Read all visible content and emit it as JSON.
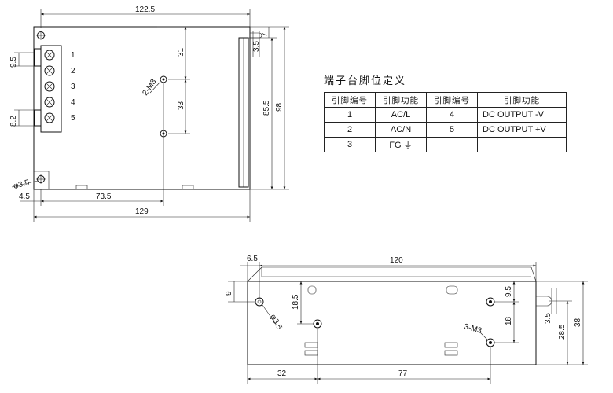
{
  "top_view": {
    "dims": {
      "width_top": "122.5",
      "width_bottom": "129",
      "hole_x": "73.5",
      "left_offset": "4.5",
      "height_right": "98",
      "height_inner": "85.5",
      "top_right": "7",
      "slot": "3.5",
      "hole_top": "31",
      "hole_spacing": "33",
      "term_pitch": "9.5",
      "term_gap": "8.2",
      "mount_hole": "φ3.5",
      "screw": "2-M3"
    },
    "terminal_numbers": [
      "1",
      "2",
      "3",
      "4",
      "5"
    ]
  },
  "side_view": {
    "dims": {
      "left_offset": "6.5",
      "width": "120",
      "hole_top": "9",
      "slot_depth": "18.5",
      "mount_hole": "φ3.5",
      "screw": "3-M3",
      "right_top": "9.5",
      "right_spacing": "18",
      "slot": "3.5",
      "height_inner": "28.5",
      "height": "38",
      "bottom_left": "32",
      "bottom_mid": "77"
    }
  },
  "pin_table": {
    "title": "端子台脚位定义",
    "headers": [
      "引脚编号",
      "引脚功能",
      "引脚编号",
      "引脚功能"
    ],
    "rows": [
      [
        "1",
        "AC/L",
        "4",
        "DC OUTPUT -V"
      ],
      [
        "2",
        "AC/N",
        "5",
        "DC OUTPUT +V"
      ],
      [
        "3",
        "FG ⏚",
        "",
        ""
      ]
    ]
  }
}
